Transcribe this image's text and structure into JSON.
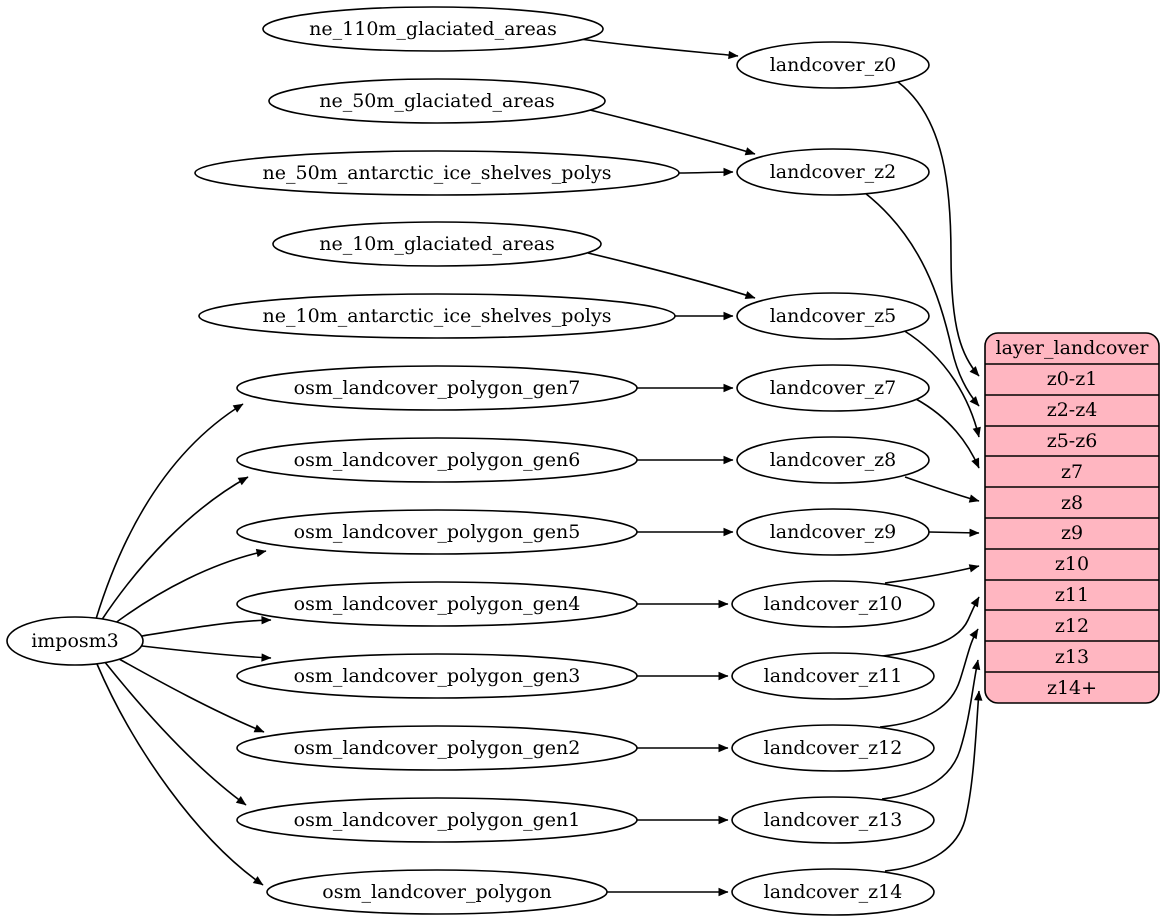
{
  "nodes": {
    "imposm3": {
      "label": "imposm3"
    },
    "sources": [
      {
        "label": "ne_110m_glaciated_areas"
      },
      {
        "label": "ne_50m_glaciated_areas"
      },
      {
        "label": "ne_50m_antarctic_ice_shelves_polys"
      },
      {
        "label": "ne_10m_glaciated_areas"
      },
      {
        "label": "ne_10m_antarctic_ice_shelves_polys"
      },
      {
        "label": "osm_landcover_polygon_gen7"
      },
      {
        "label": "osm_landcover_polygon_gen6"
      },
      {
        "label": "osm_landcover_polygon_gen5"
      },
      {
        "label": "osm_landcover_polygon_gen4"
      },
      {
        "label": "osm_landcover_polygon_gen3"
      },
      {
        "label": "osm_landcover_polygon_gen2"
      },
      {
        "label": "osm_landcover_polygon_gen1"
      },
      {
        "label": "osm_landcover_polygon"
      }
    ],
    "stages": [
      {
        "label": "landcover_z0"
      },
      {
        "label": "landcover_z2"
      },
      {
        "label": "landcover_z5"
      },
      {
        "label": "landcover_z7"
      },
      {
        "label": "landcover_z8"
      },
      {
        "label": "landcover_z9"
      },
      {
        "label": "landcover_z10"
      },
      {
        "label": "landcover_z11"
      },
      {
        "label": "landcover_z12"
      },
      {
        "label": "landcover_z13"
      },
      {
        "label": "landcover_z14"
      }
    ]
  },
  "table": {
    "title": "layer_landcover",
    "rows": [
      {
        "label": "z0-z1"
      },
      {
        "label": "z2-z4"
      },
      {
        "label": "z5-z6"
      },
      {
        "label": "z7"
      },
      {
        "label": "z8"
      },
      {
        "label": "z9"
      },
      {
        "label": "z10"
      },
      {
        "label": "z11"
      },
      {
        "label": "z12"
      },
      {
        "label": "z13"
      },
      {
        "label": "z14+"
      }
    ]
  },
  "edges": [
    {
      "from": "ne_110m_glaciated_areas",
      "to": "landcover_z0"
    },
    {
      "from": "ne_50m_glaciated_areas",
      "to": "landcover_z2"
    },
    {
      "from": "ne_50m_antarctic_ice_shelves_polys",
      "to": "landcover_z2"
    },
    {
      "from": "ne_10m_glaciated_areas",
      "to": "landcover_z5"
    },
    {
      "from": "ne_10m_antarctic_ice_shelves_polys",
      "to": "landcover_z5"
    },
    {
      "from": "imposm3",
      "to": "osm_landcover_polygon_gen7"
    },
    {
      "from": "imposm3",
      "to": "osm_landcover_polygon_gen6"
    },
    {
      "from": "imposm3",
      "to": "osm_landcover_polygon_gen5"
    },
    {
      "from": "imposm3",
      "to": "osm_landcover_polygon_gen4"
    },
    {
      "from": "imposm3",
      "to": "osm_landcover_polygon_gen3"
    },
    {
      "from": "imposm3",
      "to": "osm_landcover_polygon_gen2"
    },
    {
      "from": "imposm3",
      "to": "osm_landcover_polygon_gen1"
    },
    {
      "from": "imposm3",
      "to": "osm_landcover_polygon"
    },
    {
      "from": "osm_landcover_polygon_gen7",
      "to": "landcover_z7"
    },
    {
      "from": "osm_landcover_polygon_gen6",
      "to": "landcover_z8"
    },
    {
      "from": "osm_landcover_polygon_gen5",
      "to": "landcover_z9"
    },
    {
      "from": "osm_landcover_polygon_gen4",
      "to": "landcover_z10"
    },
    {
      "from": "osm_landcover_polygon_gen3",
      "to": "landcover_z11"
    },
    {
      "from": "osm_landcover_polygon_gen2",
      "to": "landcover_z12"
    },
    {
      "from": "osm_landcover_polygon_gen1",
      "to": "landcover_z13"
    },
    {
      "from": "osm_landcover_polygon",
      "to": "landcover_z14"
    },
    {
      "from": "landcover_z0",
      "to": "layer_landcover.z0-z1"
    },
    {
      "from": "landcover_z2",
      "to": "layer_landcover.z2-z4"
    },
    {
      "from": "landcover_z5",
      "to": "layer_landcover.z5-z6"
    },
    {
      "from": "landcover_z7",
      "to": "layer_landcover.z7"
    },
    {
      "from": "landcover_z8",
      "to": "layer_landcover.z8"
    },
    {
      "from": "landcover_z9",
      "to": "layer_landcover.z9"
    },
    {
      "from": "landcover_z10",
      "to": "layer_landcover.z10"
    },
    {
      "from": "landcover_z11",
      "to": "layer_landcover.z11"
    },
    {
      "from": "landcover_z12",
      "to": "layer_landcover.z12"
    },
    {
      "from": "landcover_z13",
      "to": "layer_landcover.z13"
    },
    {
      "from": "landcover_z14",
      "to": "layer_landcover.z14+"
    }
  ],
  "colors": {
    "background": "#ffffff",
    "node_fill": "#ffffff",
    "stroke": "#000000",
    "table_fill": "#ffb6c1"
  }
}
